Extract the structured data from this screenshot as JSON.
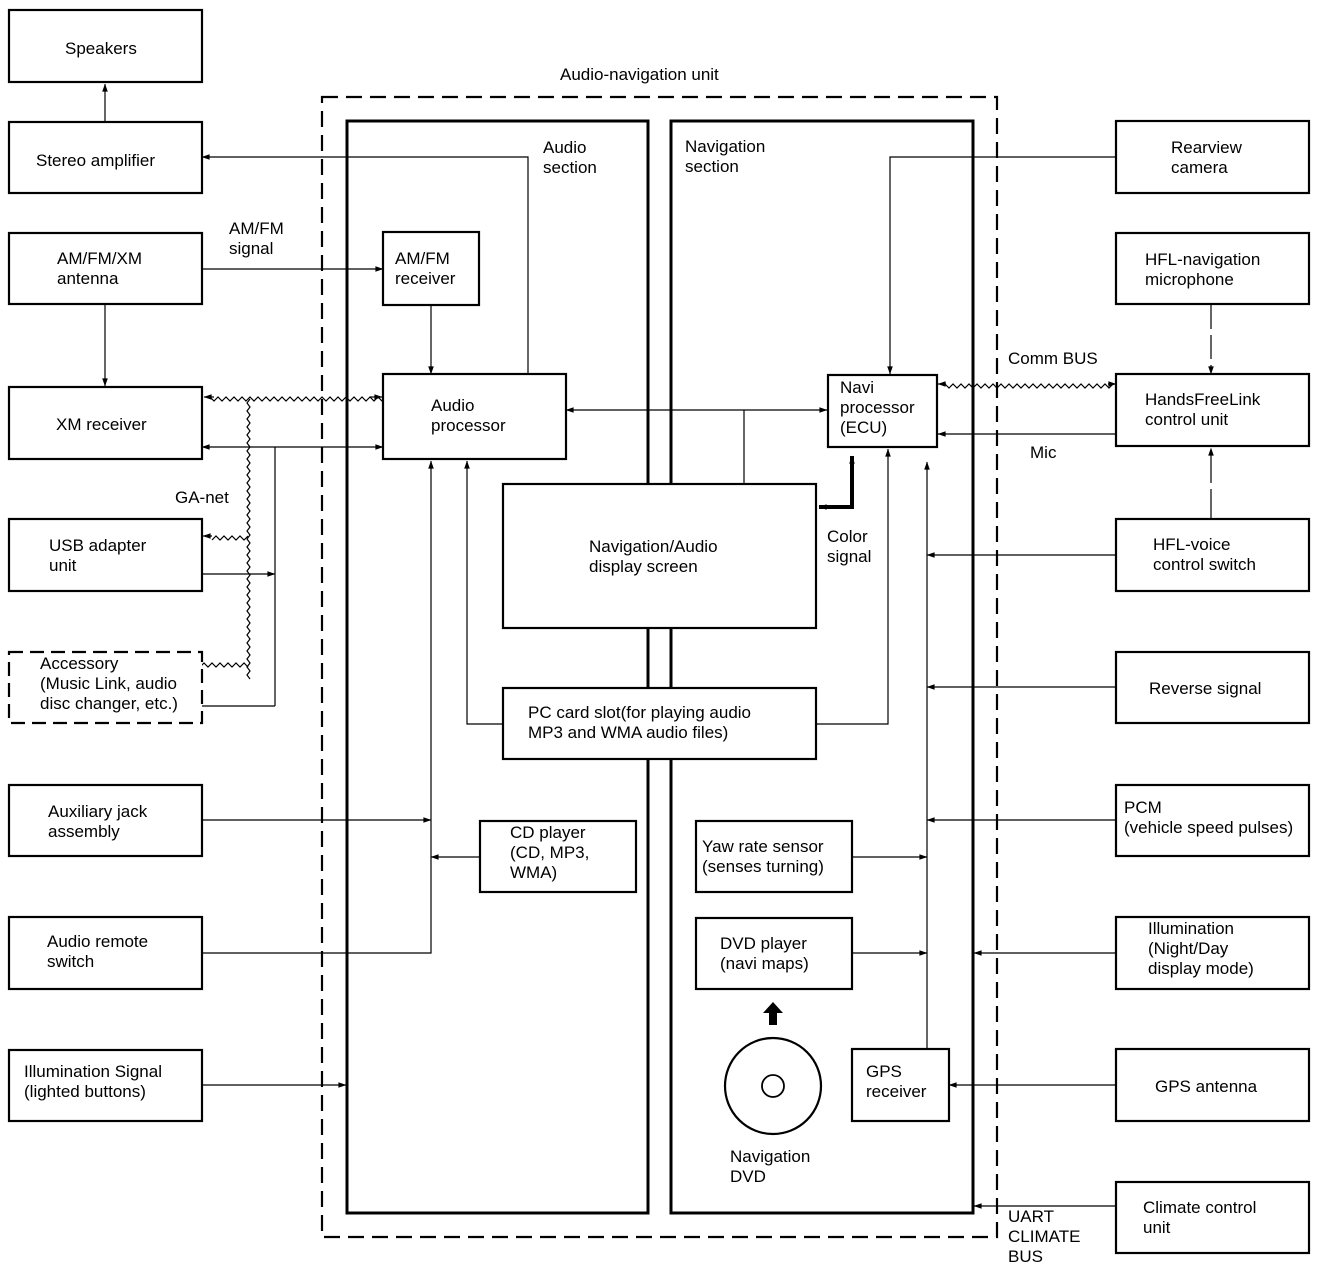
{
  "unit_title": "Audio-navigation unit",
  "sections": {
    "audio": [
      "Audio",
      "section"
    ],
    "navigation": [
      "Navigation",
      "section"
    ]
  },
  "left_boxes": {
    "speakers": [
      "Speakers"
    ],
    "stereo_amplifier": [
      "Stereo amplifier"
    ],
    "amfmxm_antenna": [
      "AM/FM/XM",
      "antenna"
    ],
    "xm_receiver": [
      "XM receiver"
    ],
    "usb_adapter": [
      "USB adapter",
      "unit"
    ],
    "accessory": [
      "Accessory",
      "(Music Link, audio",
      "disc changer, etc.)"
    ],
    "auxiliary_jack": [
      "Auxiliary jack",
      "assembly"
    ],
    "audio_remote": [
      "Audio remote",
      "switch"
    ],
    "illumination_signal": [
      "Illumination Signal",
      "(lighted buttons)"
    ]
  },
  "inner_boxes": {
    "amfm_receiver": [
      "AM/FM",
      "receiver"
    ],
    "audio_processor": [
      "Audio",
      "processor"
    ],
    "display_screen": [
      "Navigation/Audio",
      "display screen"
    ],
    "pc_card_slot": [
      "PC card slot(for playing audio",
      "MP3 and WMA audio files)"
    ],
    "cd_player": [
      "CD player",
      "(CD, MP3,",
      "WMA)"
    ],
    "navi_processor": [
      "Navi",
      "processor",
      "(ECU)"
    ],
    "yaw_rate_sensor": [
      "Yaw rate sensor",
      "(senses turning)"
    ],
    "dvd_player": [
      "DVD player",
      "(navi maps)"
    ],
    "gps_receiver": [
      "GPS",
      "receiver"
    ]
  },
  "right_boxes": {
    "rearview_camera": [
      "Rearview",
      "camera"
    ],
    "hfl_microphone": [
      "HFL-navigation",
      "microphone"
    ],
    "handsfreelink": [
      "HandsFreeLink",
      "control unit"
    ],
    "hfl_voice_switch": [
      "HFL-voice",
      "control switch"
    ],
    "reverse_signal": [
      "Reverse signal"
    ],
    "pcm": [
      "PCM",
      "(vehicle speed pulses)"
    ],
    "illumination_mode": [
      "Illumination",
      "(Night/Day",
      "display mode)"
    ],
    "gps_antenna": [
      "GPS antenna"
    ],
    "climate_control": [
      "Climate control",
      "unit"
    ]
  },
  "labels": {
    "amfm_signal": [
      "AM/FM",
      "signal"
    ],
    "ga_net": [
      "GA-net"
    ],
    "comm_bus": [
      "Comm BUS"
    ],
    "mic": [
      "Mic"
    ],
    "color_signal": [
      "Color",
      "signal"
    ],
    "navigation_dvd": [
      "Navigation",
      "DVD"
    ],
    "uart_bus": [
      "UART",
      "CLIMATE",
      "BUS"
    ]
  }
}
